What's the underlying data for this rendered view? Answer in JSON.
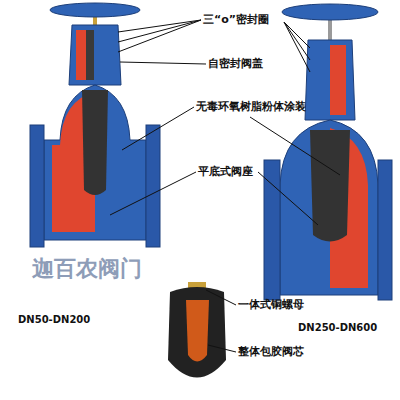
{
  "diagram": {
    "labels": [
      "三“o”密封圈",
      "自密封阀盖",
      "无毒环氧树脂粉体涂装",
      "平底式阀座",
      "迦百农阀门",
      "一体式铜螺母",
      "整体包胶阀芯",
      "DN50-DN200",
      "DN250-DN600"
    ]
  }
}
